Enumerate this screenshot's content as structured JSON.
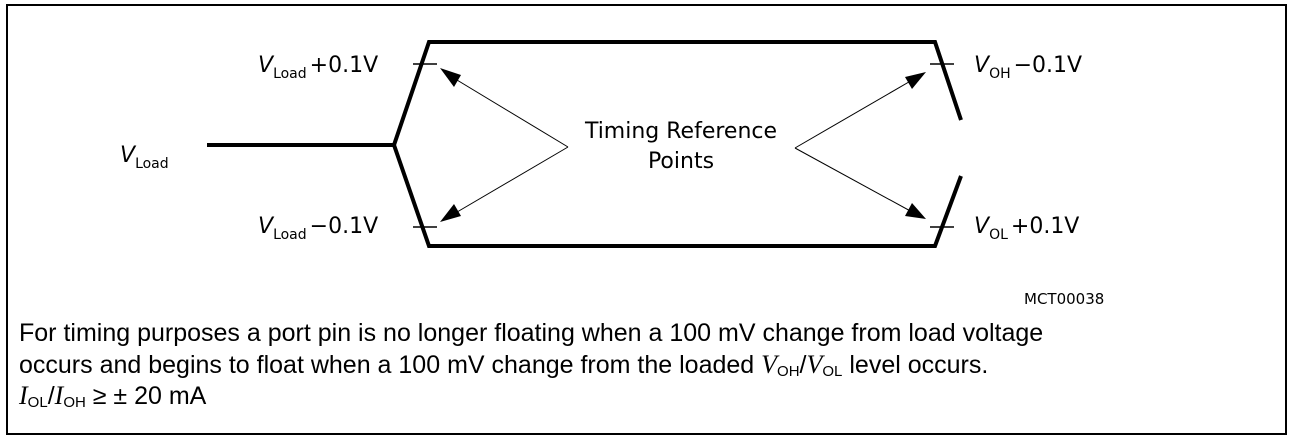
{
  "labels": {
    "vload_plus": {
      "sym": "V",
      "sub": "Load",
      "rest": "+0.1V"
    },
    "vload_minus": {
      "sym": "V",
      "sub": "Load",
      "rest": "−0.1V"
    },
    "vload": {
      "sym": "V",
      "sub": "Load"
    },
    "voh_minus": {
      "sym": "V",
      "sub": "OH",
      "rest": "−0.1V"
    },
    "vol_plus": {
      "sym": "V",
      "sub": "OL",
      "rest": "+0.1V"
    },
    "timing_line1": "Timing Reference",
    "timing_line2": "Points",
    "figure_id": "MCT00038"
  },
  "caption": {
    "line1": "For timing purposes a port pin is no longer floating when a 100 mV change from load voltage",
    "line2_pre": "occurs and begins to float when a 100 mV change from the loaded",
    "v_sym": "V",
    "oh_sub": "OH",
    "slash": "/",
    "ol_sub": "OL",
    "line2_post": "level occurs.",
    "i_sym": "I",
    "iol_sub": "OL",
    "ioh_sub": "OH",
    "line3_post": "≥ ± 20 mA"
  }
}
